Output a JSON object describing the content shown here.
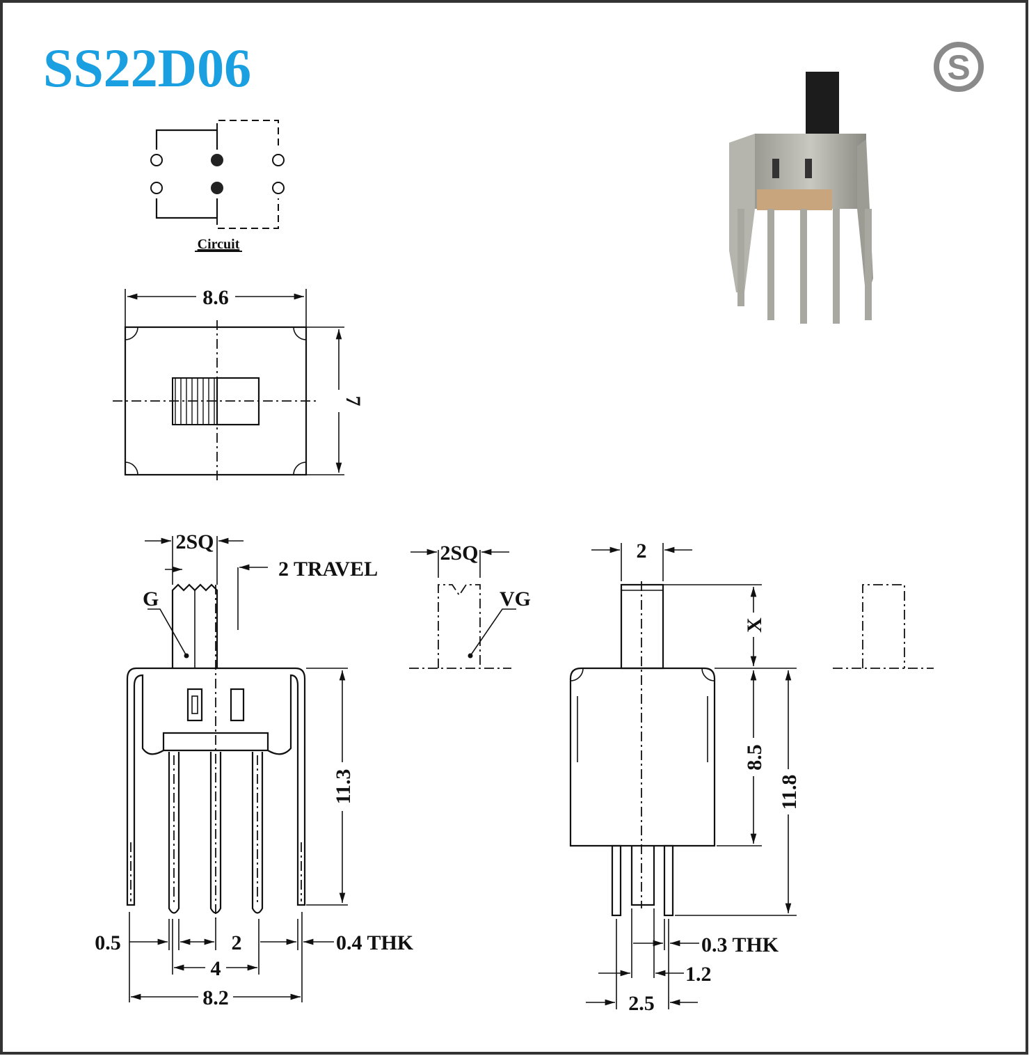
{
  "title": "SS22D06",
  "logo": {
    "letter": "S",
    "color": "#8a8a8a"
  },
  "title_color": "#1a9fe0",
  "circuit": {
    "label": "Circuit"
  },
  "top_view": {
    "width": "8.6",
    "height": "7"
  },
  "side_view": {
    "actuator_size": "2SQ",
    "travel": "2  TRAVEL",
    "grip_label": "G",
    "height": "11.3",
    "pin_offset": "0.5",
    "pin_pitch": "2",
    "thickness": "0.4  THK",
    "pin_span": "4",
    "total_width": "8.2"
  },
  "alt_actuator": {
    "size": "2SQ",
    "label": "VG"
  },
  "end_view": {
    "actuator_width": "2",
    "actuator_height": "X",
    "body_height": "8.5",
    "total_height": "11.8",
    "thickness": "0.3  THK",
    "tab_offset": "1.2",
    "pin_spacing": "2.5"
  }
}
